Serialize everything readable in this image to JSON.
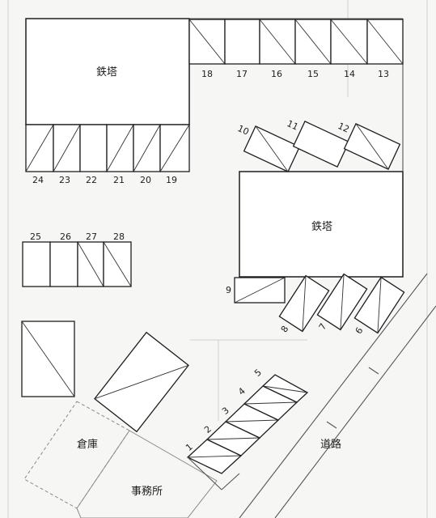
{
  "labels": {
    "tower_north": "鉄塔",
    "tower_east": "鉄塔",
    "road": "道路",
    "warehouse": "倉庫",
    "office": "事務所"
  },
  "spaces": {
    "s1": "1",
    "s2": "2",
    "s3": "3",
    "s4": "4",
    "s5": "5",
    "s6": "6",
    "s7": "7",
    "s8": "8",
    "s9": "9",
    "s10": "10",
    "s11": "11",
    "s12": "12",
    "s13": "13",
    "s14": "14",
    "s15": "15",
    "s16": "16",
    "s17": "17",
    "s18": "18",
    "s19": "19",
    "s20": "20",
    "s21": "21",
    "s22": "22",
    "s23": "23",
    "s24": "24",
    "s25": "25",
    "s26": "26",
    "s27": "27",
    "s28": "28"
  }
}
